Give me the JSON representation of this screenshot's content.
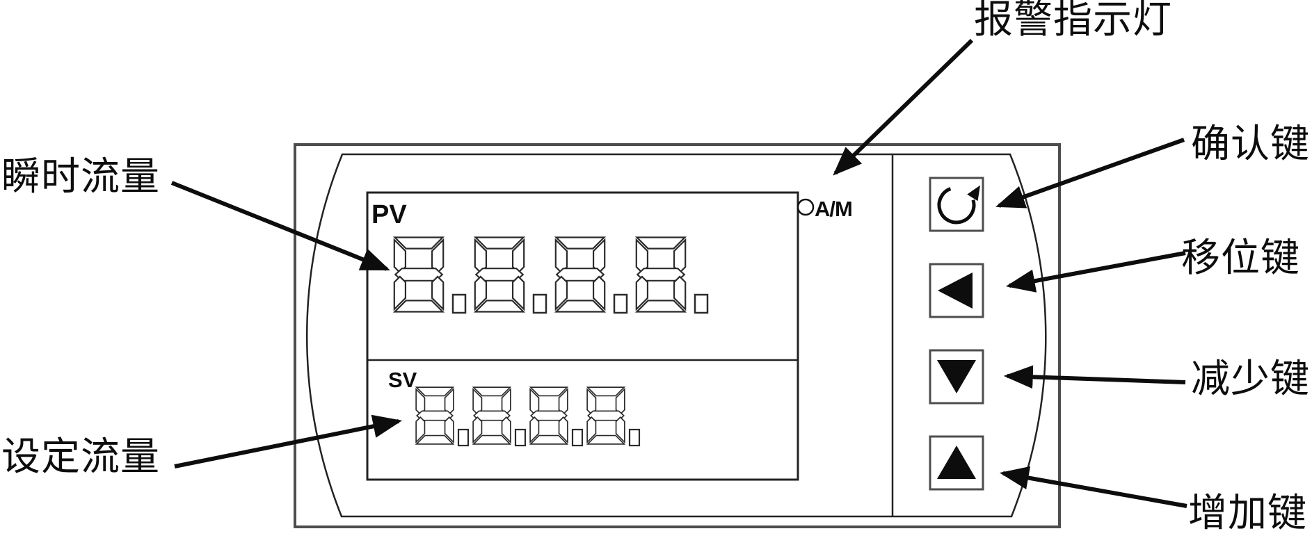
{
  "callouts": {
    "alarm_indicator": "报警指示灯",
    "instant_flow": "瞬时流量",
    "set_flow": "设定流量",
    "confirm_key": "确认键",
    "shift_key": "移位键",
    "decrease_key": "减少键",
    "increase_key": "增加键"
  },
  "display": {
    "pv_label": "PV",
    "sv_label": "SV",
    "am_label": "A/M",
    "pv_value": "8.8.8.8.",
    "sv_value": "8.8.8.8."
  },
  "buttons": [
    {
      "name": "confirm",
      "icon": "rotate-arrow-icon"
    },
    {
      "name": "shift",
      "icon": "left-triangle-icon"
    },
    {
      "name": "decrease",
      "icon": "down-triangle-icon"
    },
    {
      "name": "increase",
      "icon": "up-triangle-icon"
    }
  ],
  "colors": {
    "ink": "#111111",
    "housing_border": "#4d4d4d",
    "background": "#ffffff"
  }
}
